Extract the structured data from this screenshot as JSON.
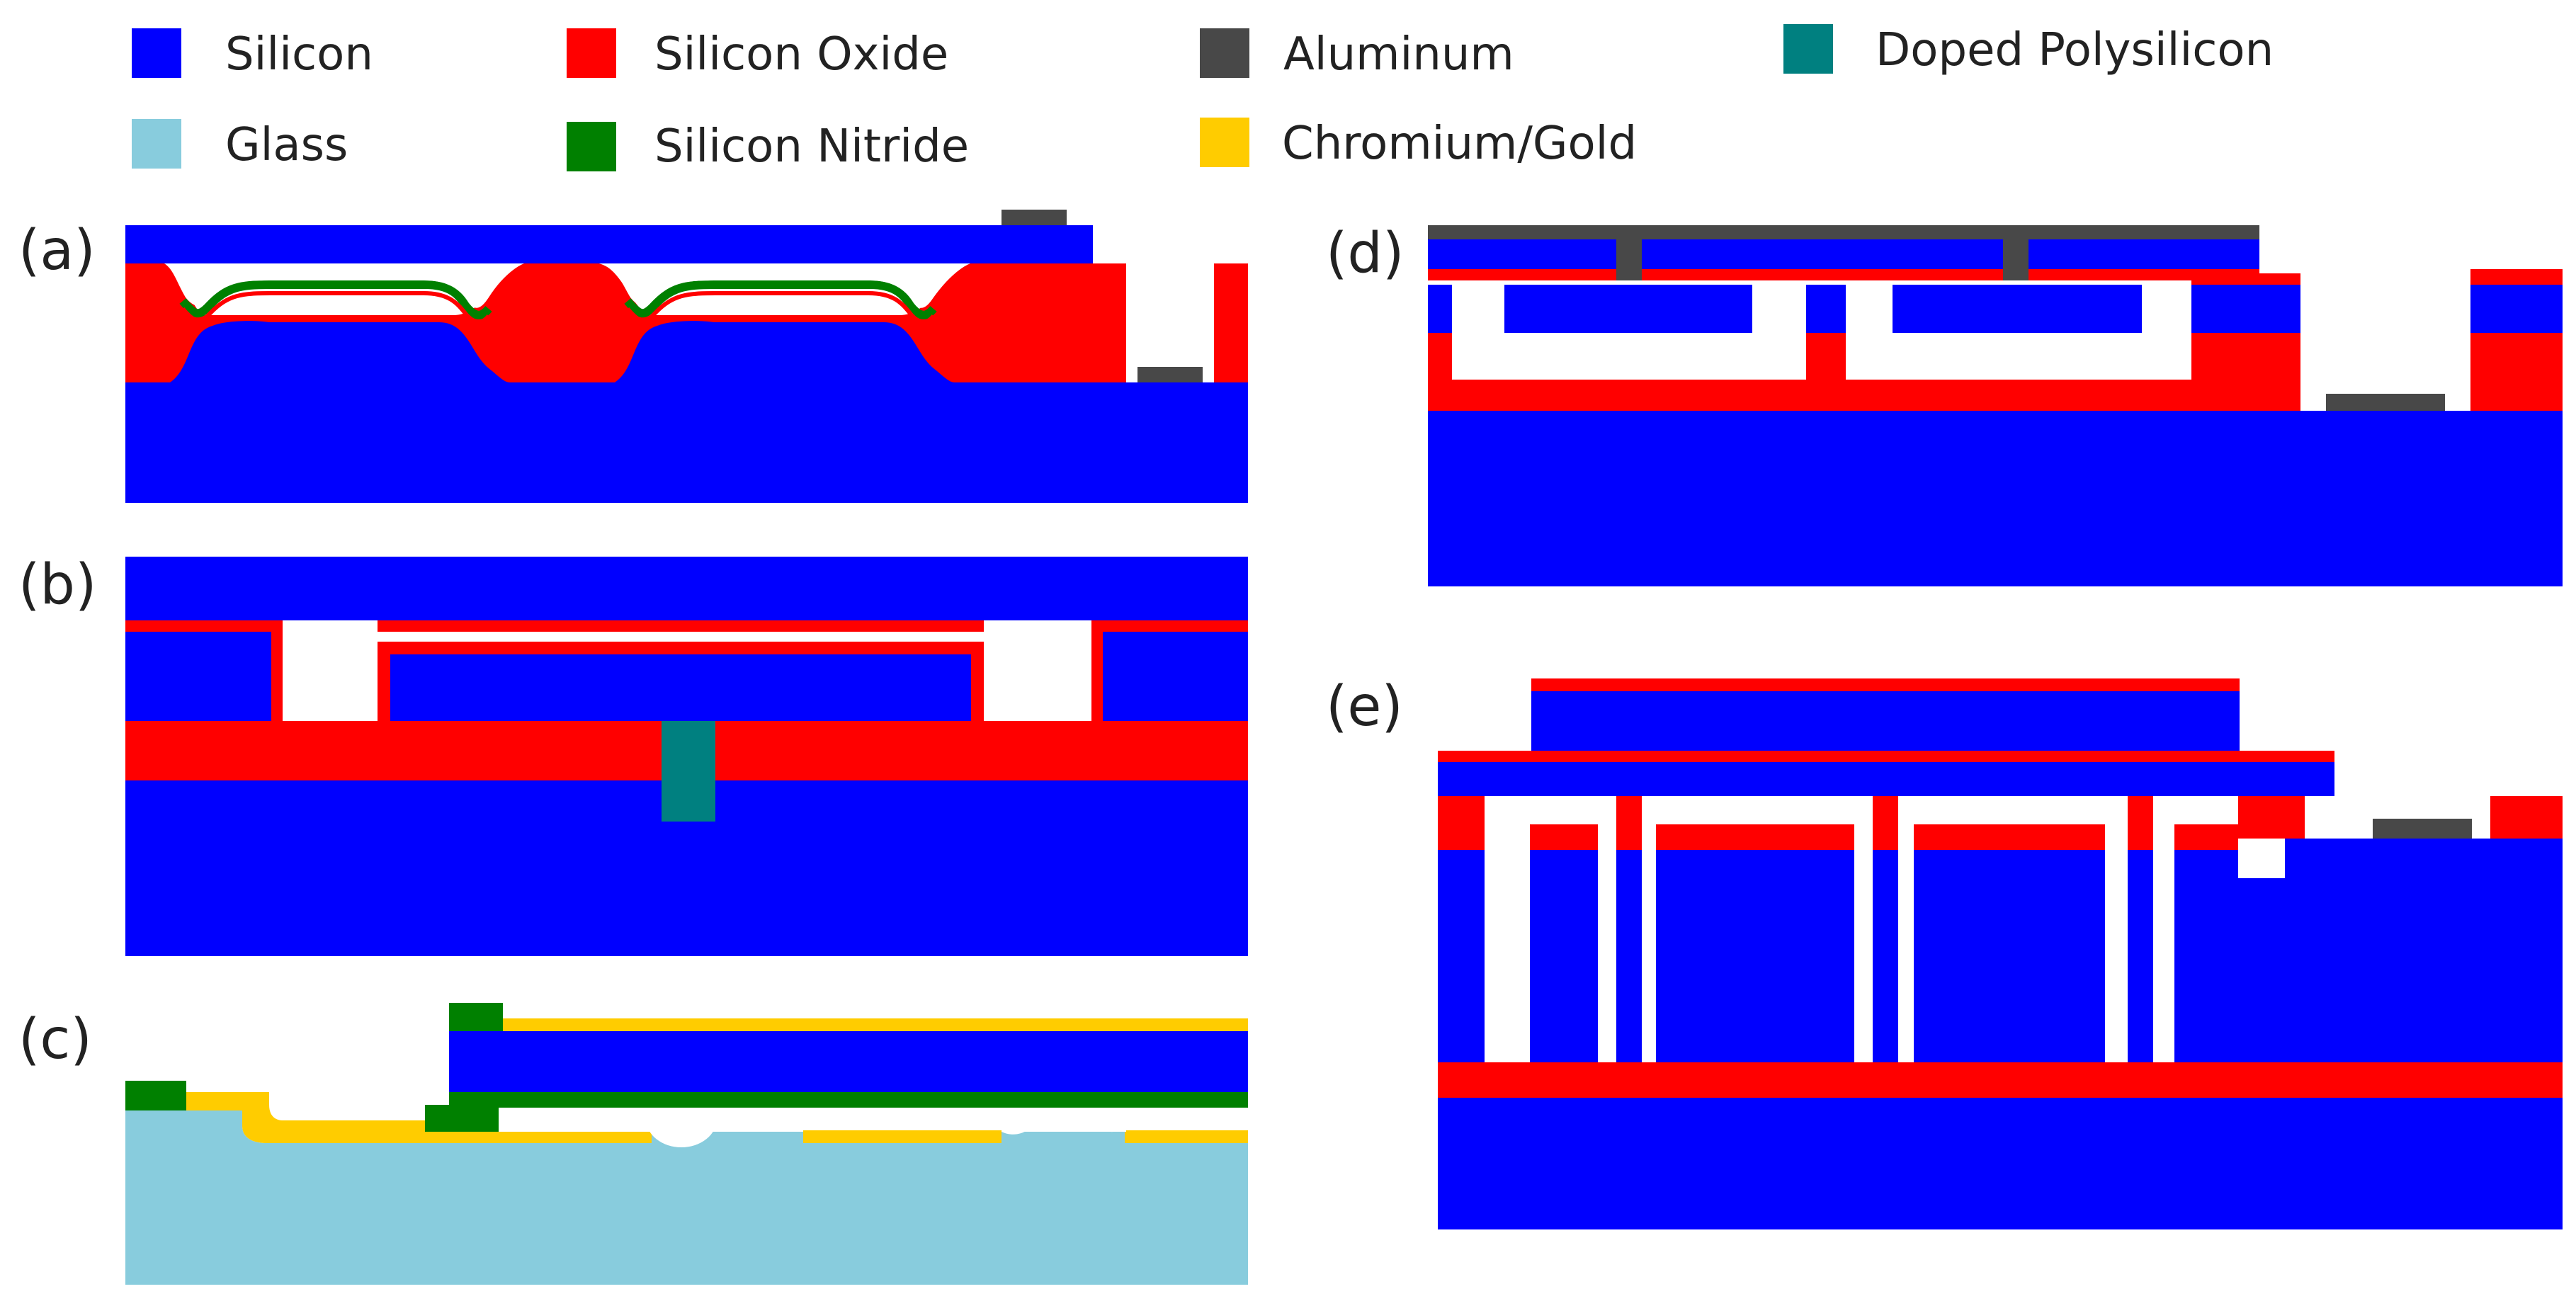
{
  "colors": {
    "silicon": "#0000FF",
    "oxide": "#FF0000",
    "aluminum": "#484848",
    "poly": "#008080",
    "glass": "#88CCDD",
    "nitride": "#008000",
    "gold": "#FFCC00",
    "void": "#FFFFFF",
    "text": "#222222"
  },
  "legend": [
    {
      "label": "Silicon",
      "color": "#0000FF"
    },
    {
      "label": "Silicon Oxide",
      "color": "#FF0000"
    },
    {
      "label": "Aluminum",
      "color": "#484848"
    },
    {
      "label": "Doped Polysilicon",
      "color": "#008080"
    },
    {
      "label": "Glass",
      "color": "#88CCDD"
    },
    {
      "label": "Silicon Nitride",
      "color": "#008000"
    },
    {
      "label": "Chromium/Gold",
      "color": "#FFCC00"
    }
  ],
  "panels": {
    "a": {
      "label": "(a)"
    },
    "b": {
      "label": "(b)"
    },
    "c": {
      "label": "(c)"
    },
    "d": {
      "label": "(d)"
    },
    "e": {
      "label": "(e)"
    }
  }
}
